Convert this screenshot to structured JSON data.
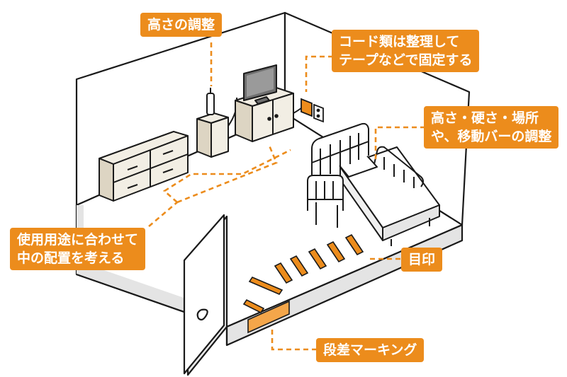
{
  "colors": {
    "accent": "#ec8c1c",
    "line": "#1a1a1a",
    "wall": "#ffffff",
    "shade": "#e4e4e4",
    "furniture": "#f2eee4"
  },
  "labels": {
    "height_adjust": "高さの調整",
    "cords": [
      "コード類は整理して",
      "テープなどで固定する"
    ],
    "bed": [
      "高さ・硬さ・場所",
      "や、移動バーの調整"
    ],
    "layout": [
      "使用用途に合わせて",
      "中の配置を考える"
    ],
    "mark": "目印",
    "step": "段差マーキング"
  },
  "icons": [
    "chest-of-drawers-icon",
    "phone-on-stand-icon",
    "tv-cabinet-icon",
    "wall-outlet-icon",
    "care-bed-icon",
    "door-icon"
  ]
}
